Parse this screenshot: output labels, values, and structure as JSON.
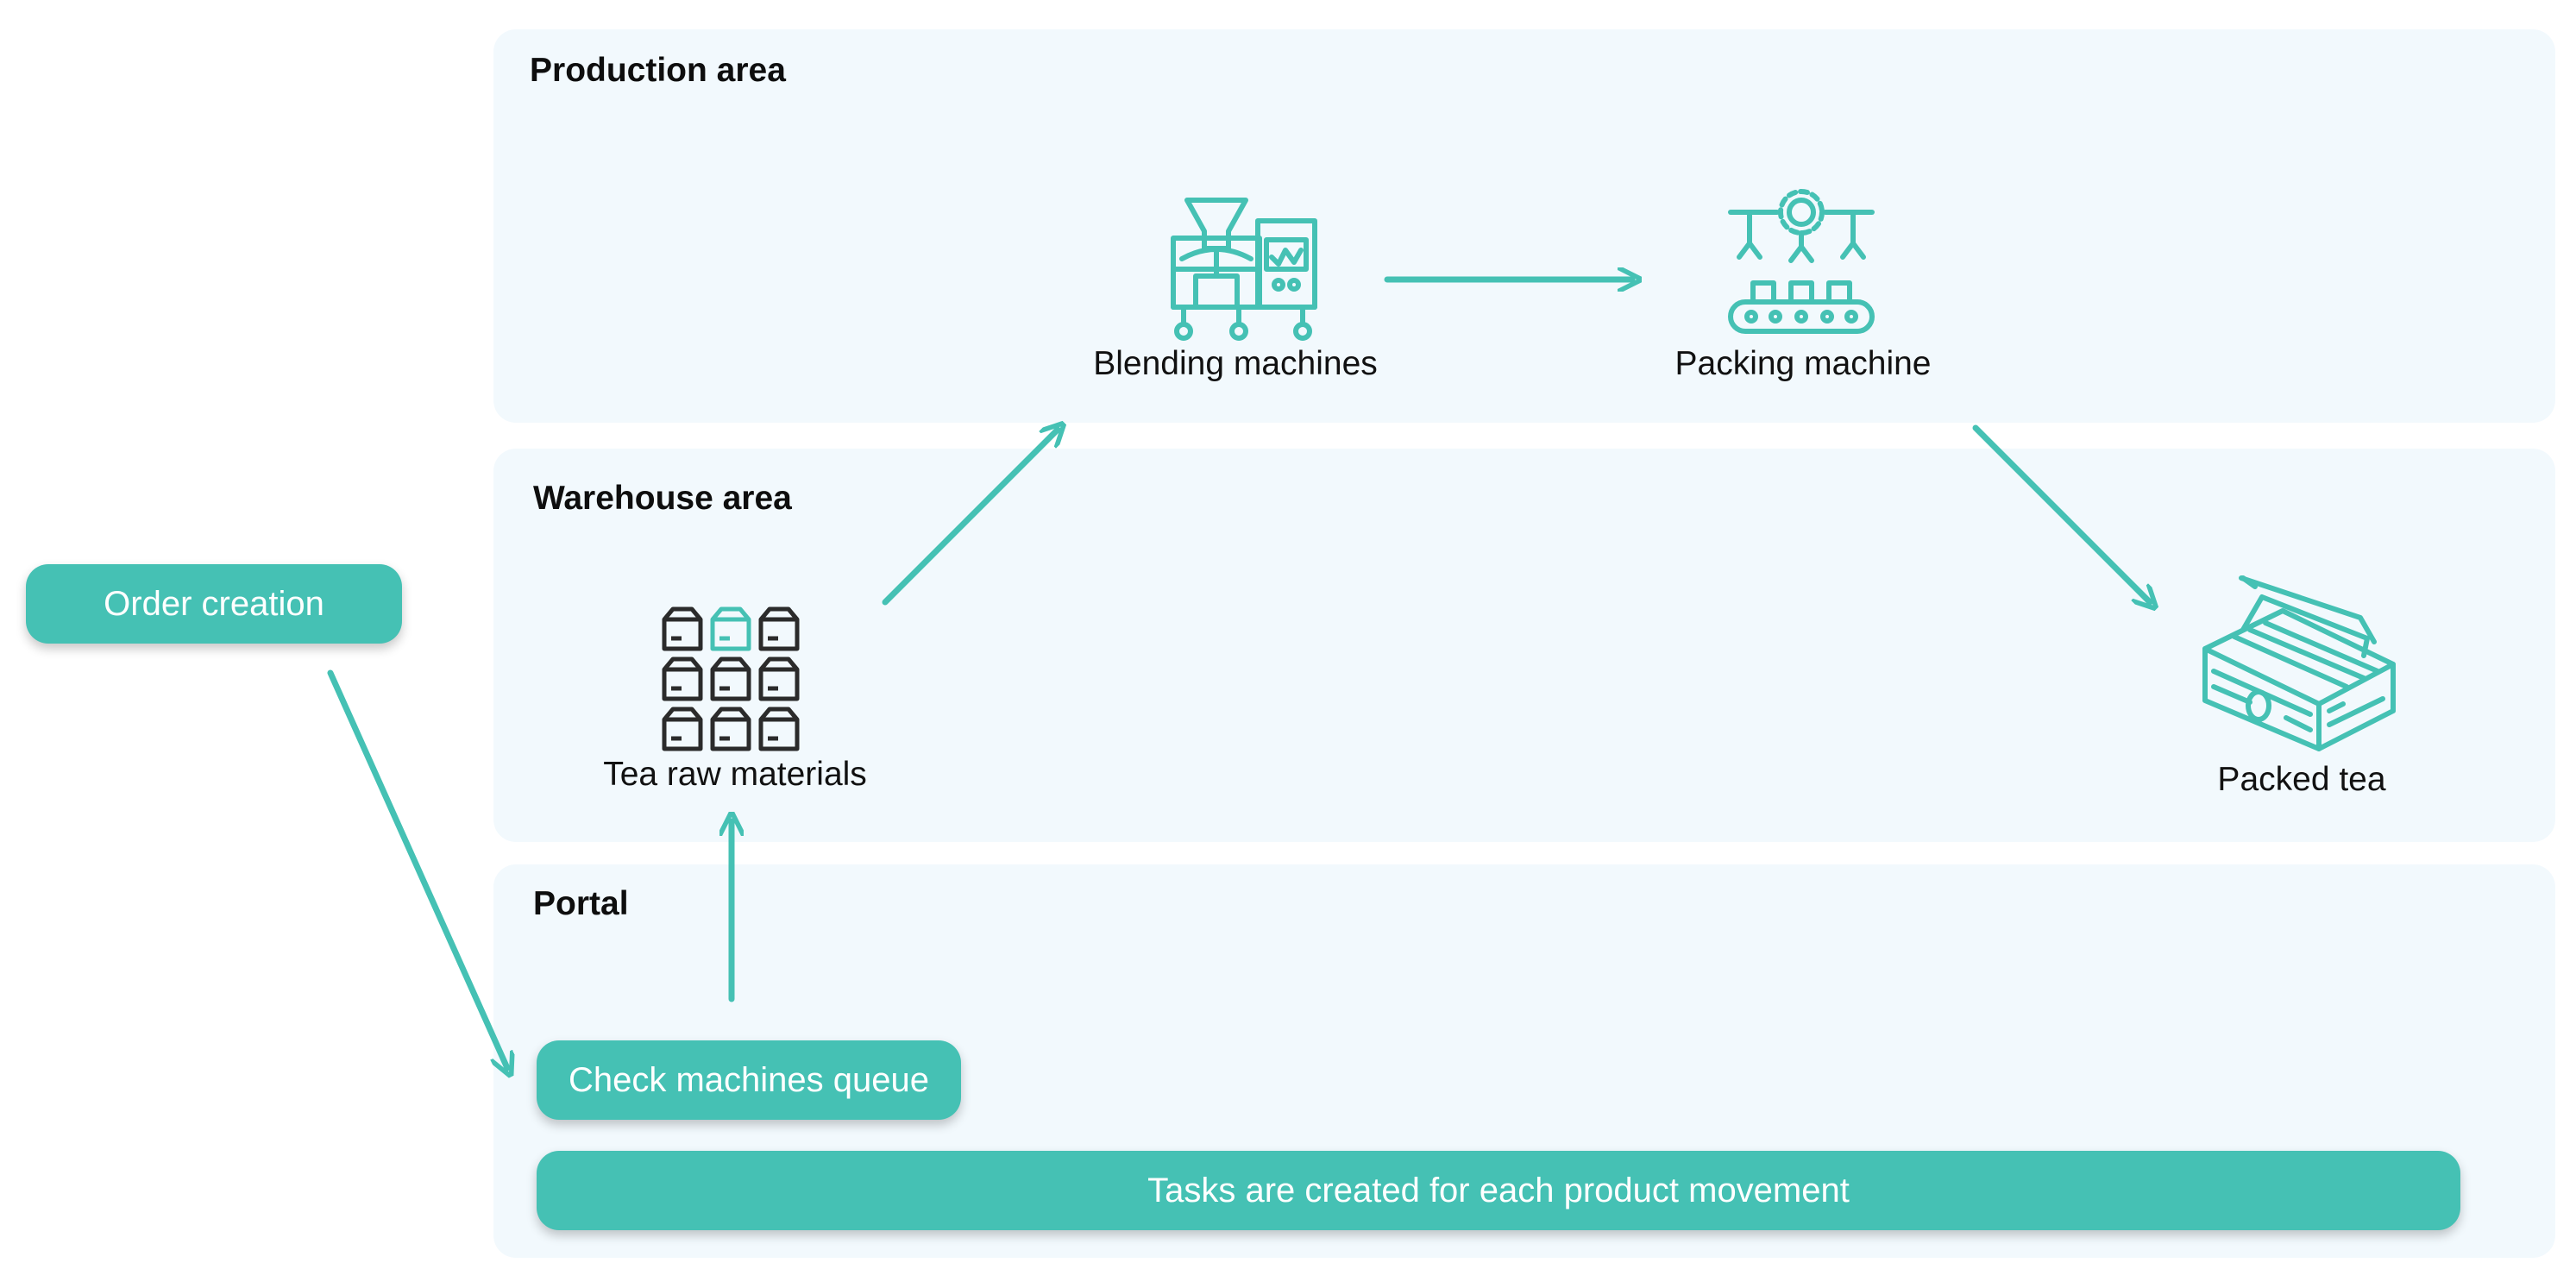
{
  "panels": {
    "production": {
      "title": "Production area"
    },
    "warehouse": {
      "title": "Warehouse area"
    },
    "portal": {
      "title": "Portal"
    }
  },
  "buttons": {
    "order_creation": "Order creation",
    "check_queue": "Check machines queue",
    "tasks": "Tasks are created for each product movement"
  },
  "nodes": {
    "blending": {
      "label": "Blending machines",
      "icon": "blending-machine-icon"
    },
    "packing": {
      "label": "Packing machine",
      "icon": "packing-machine-icon"
    },
    "raw": {
      "label": "Tea raw materials",
      "icon": "boxes-grid-icon"
    },
    "packed": {
      "label": "Packed tea",
      "icon": "open-crate-icon"
    }
  },
  "colors": {
    "accent": "#45c1b4",
    "panel_bg": "#f2f9fd",
    "dark_icon": "#2b2b2b"
  }
}
